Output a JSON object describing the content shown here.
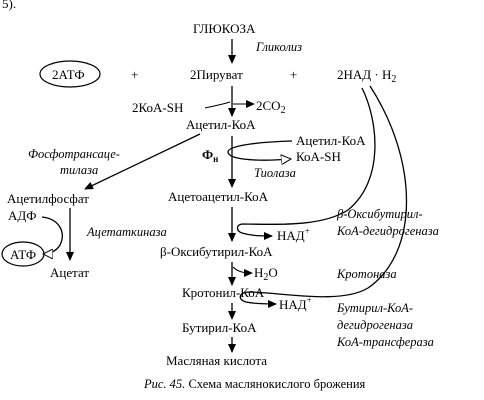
{
  "top_fragment": "5).",
  "nodes": {
    "glucose": "ГЛЮКОЗА",
    "atp_top": "2АТФ",
    "plus_left": "+",
    "pyruvate": "2Пируват",
    "plus_right": "+",
    "nadh_top": "2НАД · Н",
    "nadh_top_sub": "2",
    "coash": "2КоА-SH",
    "co2": "2CO",
    "co2_sub": "2",
    "acetyl_coa": "Ацетил-КоА",
    "acetyl_coa_side": "Ацетил-КоА",
    "coa_sh_side": "КоА-SH",
    "phi": "Ф",
    "phi_sub": "н",
    "acetyl_phosphate": "Ацетилфосфат",
    "adp": "АДФ",
    "atp_left": "АТФ",
    "acetate": "Ацетат",
    "acetoacetyl_coa": "Ацетоацетил-КоА",
    "nad1": "НАД",
    "nad1_sup": "+",
    "b_hydroxybutyryl_coa": "β-Оксибутирил-КоА",
    "h2o": "H",
    "h2o_sub": "2",
    "h2o_tail": "O",
    "crotonyl_coa": "Кротонил-КоА",
    "nad2": "НАД",
    "nad2_sup": "+",
    "butyryl_coa": "Бутирил-КоА",
    "butyric_acid": "Масляная кислота"
  },
  "enzymes": {
    "glycolysis": "Гликолиз",
    "phosphotransacetylase_1": "Фосфотрансаце-",
    "phosphotransacetylase_2": "тилаза",
    "thiolase": "Тиолаза",
    "acetate_kinase": "Ацетаткиназа",
    "b_hydroxybutyryl_dh_1": "β-Оксибутирил-",
    "b_hydroxybutyryl_dh_2": "КоА-дегидрогеназа",
    "crotonase": "Кротоназа",
    "butyryl_dh_1": "Бутирил-КоА-",
    "butyryl_dh_2": "дегидрогеназа",
    "coa_transferase": "КоА-трансфераза"
  },
  "caption": {
    "prefix": "Рис. 45.",
    "text": " Схема маслянокислого брожения"
  }
}
